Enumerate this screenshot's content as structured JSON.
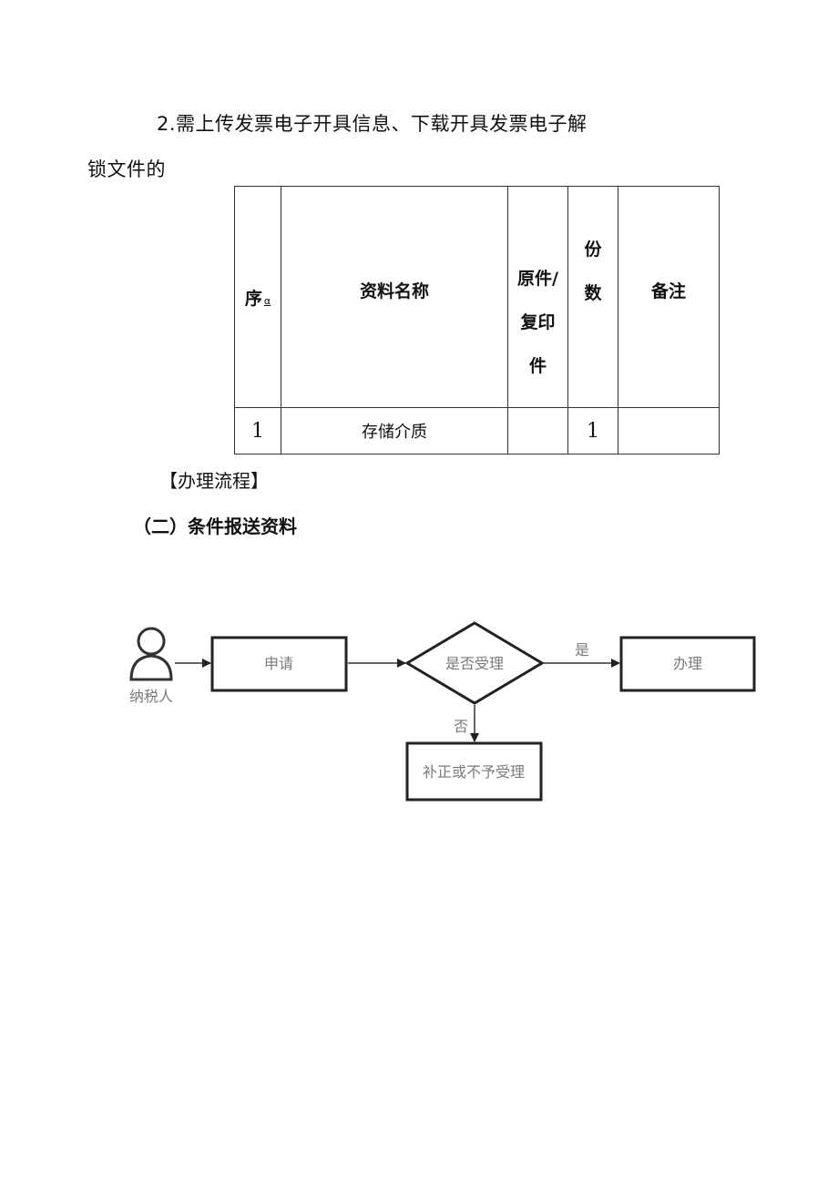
{
  "document": {
    "heading_line_1": "2.需上传发票电子开具信息、下载开具发票电子解",
    "heading_line_2": "锁文件的"
  },
  "table": {
    "headers": {
      "seq": "序",
      "seq_mark": "α",
      "name": "资料名称",
      "original_line1": "原件/",
      "original_line2": "复印",
      "original_line3": "件",
      "count_line1": "份",
      "count_line2": "数",
      "note": "备注"
    },
    "rows": [
      {
        "seq": "1",
        "name": "存储介质",
        "original": "",
        "count": "1",
        "note": ""
      }
    ]
  },
  "process": {
    "title": "【办理流程】",
    "subsection": "（二）条件报送资料"
  },
  "flowchart": {
    "actor": "纳税人",
    "apply": "申请",
    "decision": "是否受理",
    "yes_label": "是",
    "no_label": "否",
    "handle": "办理",
    "reject": "补正或不予受理"
  }
}
